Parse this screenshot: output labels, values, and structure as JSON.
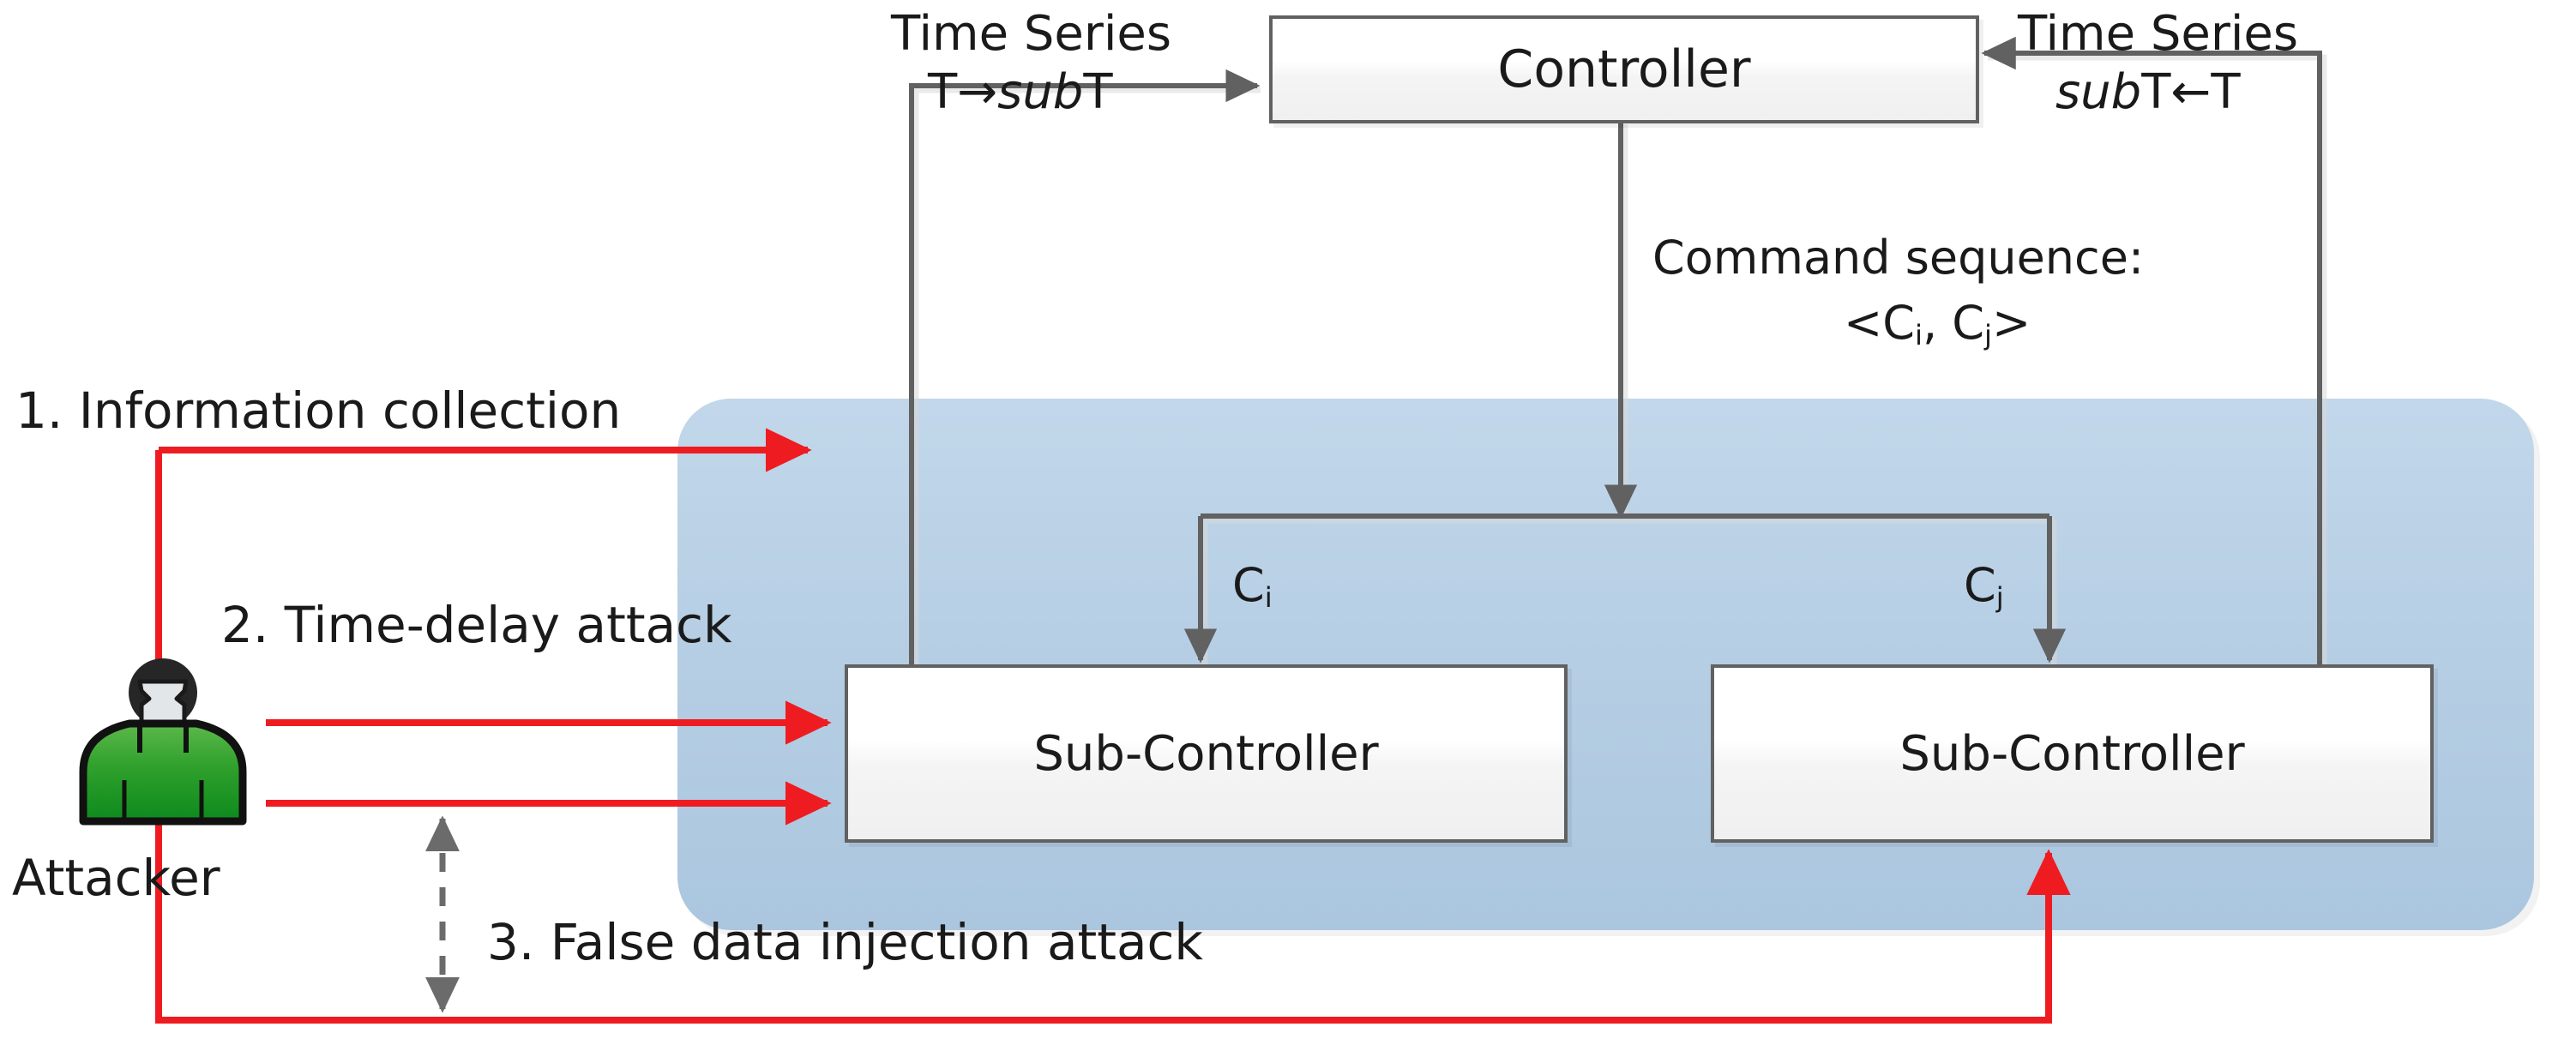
{
  "diagram": {
    "title_hidden": "",
    "nodes": {
      "controller": {
        "label": "Controller"
      },
      "sub_controller_left": {
        "label": "Sub-Controller"
      },
      "sub_controller_right": {
        "label": "Sub-Controller"
      },
      "attacker": {
        "label": "Attacker"
      }
    },
    "edge_labels": {
      "time_series_left": "Time Series",
      "time_series_right": "Time Series",
      "t_to_subt_prefix": "T",
      "t_to_subt_arrow": "→",
      "t_to_subt_italic": "sub",
      "t_to_subt_suffix": "T",
      "subt_from_t_italic": "sub",
      "subt_from_t_mid": "T",
      "subt_from_t_arrow": "←",
      "subt_from_t_suffix": "T",
      "command_sequence_line1": "Command sequence:",
      "command_sequence_open": "<C",
      "command_sequence_sub_i": "i",
      "command_sequence_comma": ", C",
      "command_sequence_sub_j": "j",
      "command_sequence_close": ">",
      "ci_base": "C",
      "ci_sub": "i",
      "cj_base": "C",
      "cj_sub": "j"
    },
    "attack_steps": [
      {
        "id": "step-1",
        "label": "1. Information collection"
      },
      {
        "id": "step-2",
        "label": "2. Time-delay attack"
      },
      {
        "id": "step-3",
        "label": "3. False data injection attack"
      }
    ],
    "colors": {
      "attack_red": "#ee1c21",
      "flow_gray": "#616161",
      "zone_blue": "#b4cde3",
      "box_border": "#616161",
      "attacker_body": "#2da02c",
      "attacker_head": "#262626",
      "text": "#1a1a1a"
    }
  }
}
